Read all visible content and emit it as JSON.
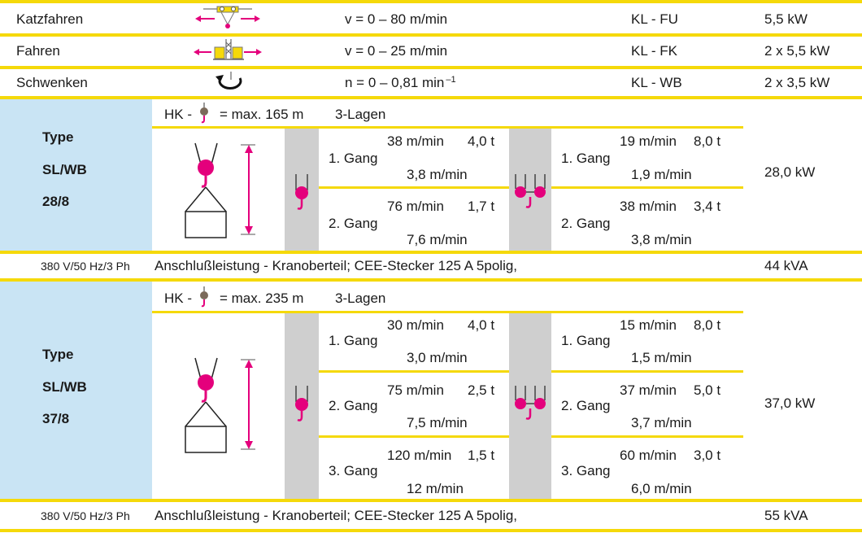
{
  "motion_rows": [
    {
      "name": "Katzfahren",
      "icon": "trolley-travel-icon",
      "speed": "v = 0 – 80 m/min",
      "code": "KL - FU",
      "power": "5,5 kW"
    },
    {
      "name": "Fahren",
      "icon": "crane-travel-icon",
      "speed": "v = 0 – 25 m/min",
      "code": "KL - FK",
      "power": "2 x 5,5 kW"
    },
    {
      "name": "Schwenken",
      "icon": "slewing-icon",
      "speed": "n = 0 – 0,81 min",
      "speed_exp": "–1",
      "code": "KL - WB",
      "power": "2 x 3,5 kW"
    }
  ],
  "blocks": [
    {
      "type_lines": [
        "Type",
        "SL/WB",
        "28/8"
      ],
      "hk_prefix": "HK -",
      "hk_text": "= max. 165 m",
      "layers": "3-Lagen",
      "single": [
        {
          "gear": "1. Gang",
          "top": "38 m/min",
          "load": "4,0 t",
          "bottom": "3,8 m/min"
        },
        {
          "gear": "2. Gang",
          "top": "76 m/min",
          "load": "1,7 t",
          "bottom": "7,6 m/min"
        }
      ],
      "double": [
        {
          "gear": "1. Gang",
          "top": "19 m/min",
          "load": "8,0  t",
          "bottom": "1,9 m/min"
        },
        {
          "gear": "2. Gang",
          "top": "38 m/min",
          "load": "3,4 t",
          "bottom": "3,8 m/min"
        }
      ],
      "power": "28,0 kW",
      "supply_label": "380 V/50 Hz/3 Ph",
      "supply_text": "Anschlußleistung - Kranoberteil; CEE-Stecker 125 A 5polig,",
      "supply_value": "44 kVA"
    },
    {
      "type_lines": [
        "Type",
        "SL/WB",
        "37/8"
      ],
      "hk_prefix": "HK -",
      "hk_text": "= max. 235 m",
      "layers": "3-Lagen",
      "single": [
        {
          "gear": "1. Gang",
          "top": "30 m/min",
          "load": "4,0 t",
          "bottom": "3,0 m/min"
        },
        {
          "gear": "2. Gang",
          "top": "75 m/min",
          "load": "2,5 t",
          "bottom": "7,5 m/min"
        },
        {
          "gear": "3. Gang",
          "top": "120 m/min",
          "load": "1,5 t",
          "bottom": "12 m/min"
        }
      ],
      "double": [
        {
          "gear": "1. Gang",
          "top": "15 m/min",
          "load": "8,0 t",
          "bottom": "1,5 m/min"
        },
        {
          "gear": "2. Gang",
          "top": "37 m/min",
          "load": "5,0 t",
          "bottom": "3,7 m/min"
        },
        {
          "gear": "3. Gang",
          "top": "60 m/min",
          "load": "3,0 t",
          "bottom": "6,0 m/min"
        }
      ],
      "power": "37,0 kW",
      "supply_label": "380 V/50 Hz/3 Ph",
      "supply_text": "Anschlußleistung - Kranoberteil; CEE-Stecker 125 A 5polig,",
      "supply_value": "55 kVA"
    }
  ],
  "colors": {
    "accent": "#e4007c",
    "rule": "#f5d90a",
    "type_bg": "#c9e4f4",
    "gray": "#cfcfcf"
  }
}
